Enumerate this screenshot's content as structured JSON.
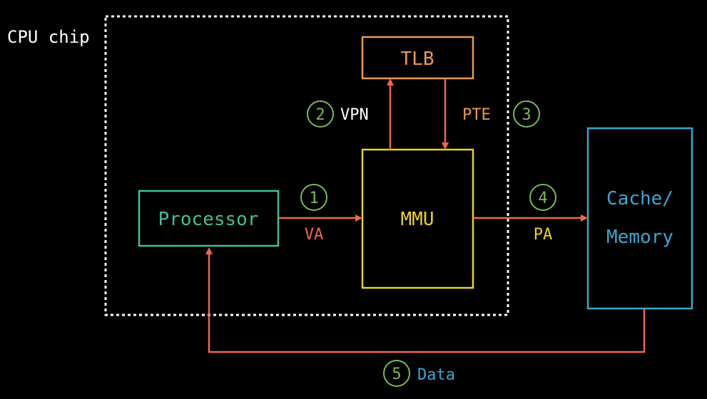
{
  "chip": {
    "label": "CPU chip"
  },
  "nodes": {
    "processor": "Processor",
    "mmu": "MMU",
    "tlb": "TLB",
    "cache_line1": "Cache/",
    "cache_line2": "Memory"
  },
  "steps": [
    {
      "number": "1",
      "label": "VA"
    },
    {
      "number": "2",
      "label": "VPN"
    },
    {
      "number": "3",
      "label": "PTE"
    },
    {
      "number": "4",
      "label": "PA"
    },
    {
      "number": "5",
      "label": "Data"
    }
  ],
  "colors": {
    "background": "#000000",
    "chip_border": "#ffffff",
    "processor": "#3fbf9f",
    "mmu": "#e6d22a",
    "tlb": "#e89a52",
    "cache": "#3aa6cf",
    "arrow": "#f0684a",
    "step_circle": "#79b955",
    "text_white": "#ffffff"
  }
}
